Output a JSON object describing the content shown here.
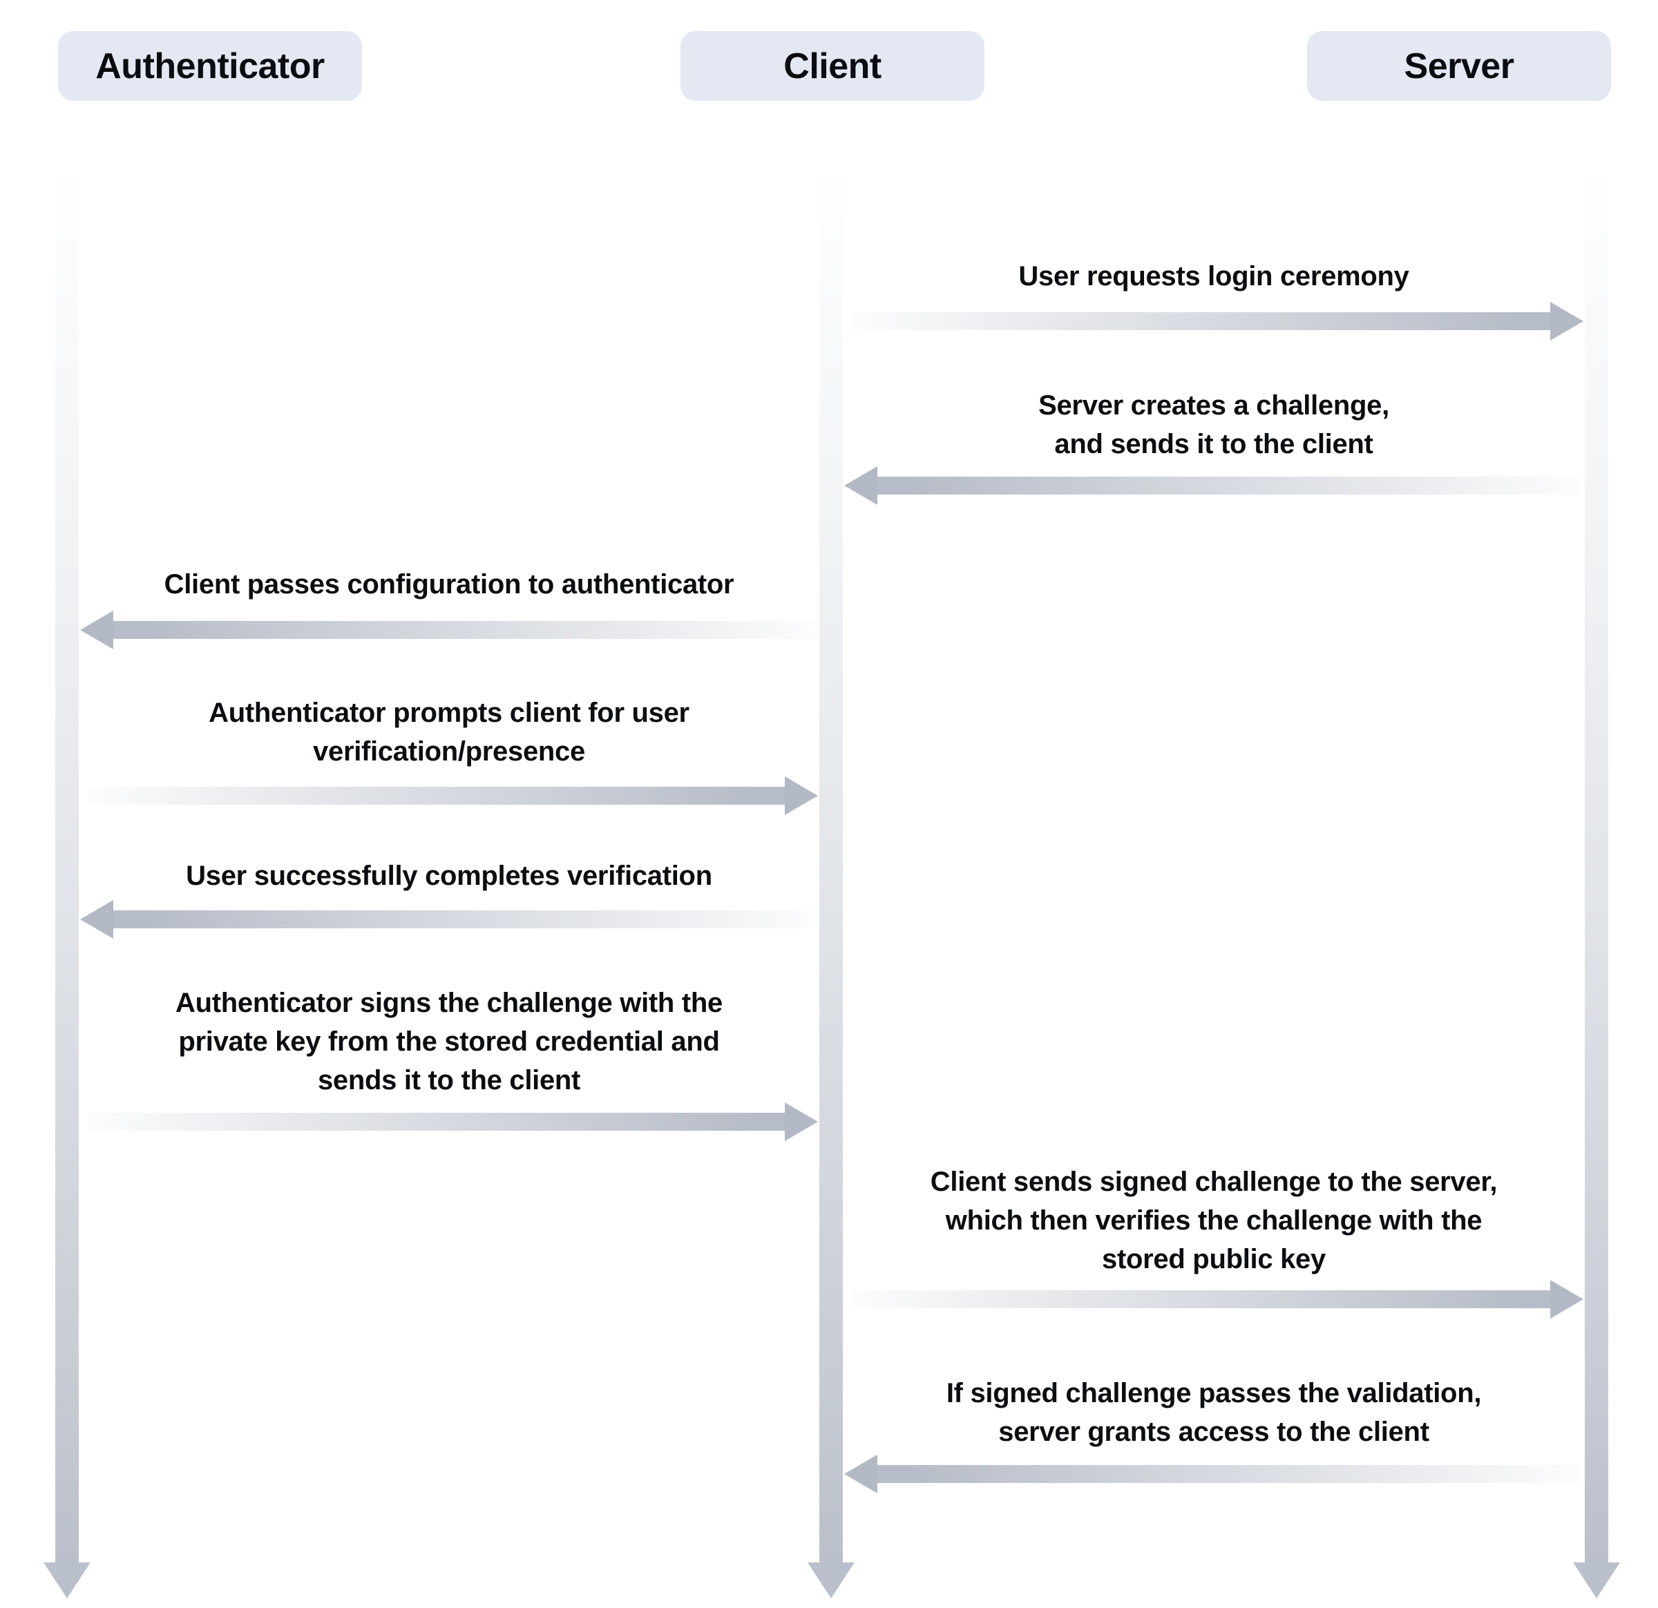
{
  "diagram": {
    "actors": [
      {
        "label": "Authenticator"
      },
      {
        "label": "Client"
      },
      {
        "label": "Server"
      }
    ],
    "messages": [
      {
        "text": "User requests login ceremony",
        "from": "Client",
        "to": "Server",
        "direction": "right"
      },
      {
        "text": "Server creates a challenge,\nand sends it to the client",
        "from": "Server",
        "to": "Client",
        "direction": "left"
      },
      {
        "text": "Client passes configuration to authenticator",
        "from": "Client",
        "to": "Authenticator",
        "direction": "left"
      },
      {
        "text": "Authenticator prompts client for user\nverification/presence",
        "from": "Authenticator",
        "to": "Client",
        "direction": "right"
      },
      {
        "text": "User successfully completes verification",
        "from": "Client",
        "to": "Authenticator",
        "direction": "left"
      },
      {
        "text": "Authenticator signs the challenge with the\nprivate key from the stored credential and\nsends it to the client",
        "from": "Authenticator",
        "to": "Client",
        "direction": "right"
      },
      {
        "text": "Client sends signed challenge to the server,\nwhich then verifies the challenge with the\nstored public key",
        "from": "Client",
        "to": "Server",
        "direction": "right"
      },
      {
        "text": "If signed challenge passes the validation,\nserver grants access to the client",
        "from": "Server",
        "to": "Client",
        "direction": "left"
      }
    ],
    "colors": {
      "actor_bg": "#e3e8f3",
      "arrow_gray": "#b7bdc8",
      "text": "#0c0d10",
      "background": "#ffffff"
    }
  }
}
